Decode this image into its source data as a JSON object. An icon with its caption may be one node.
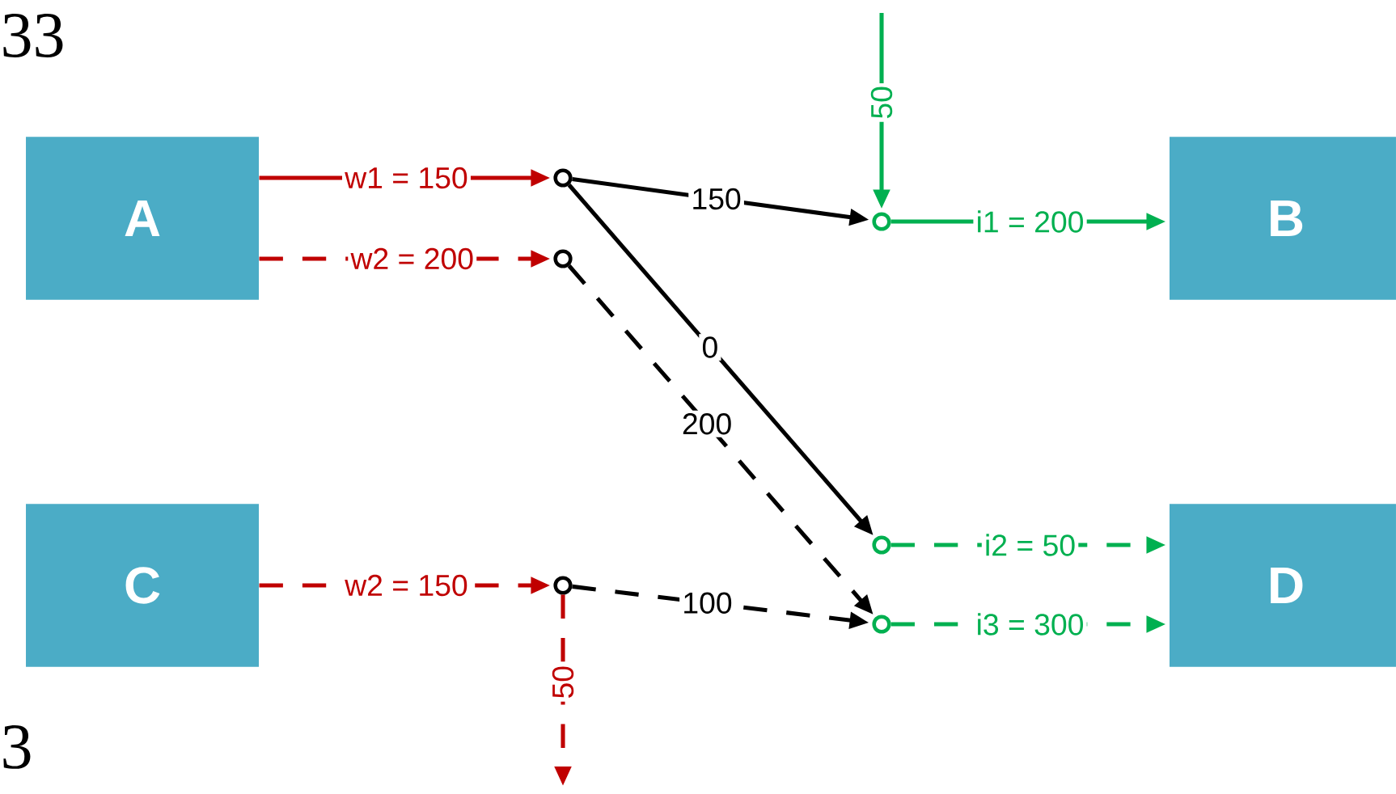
{
  "diagram": {
    "nodes": [
      {
        "text": [
          "A"
        ]
      },
      {
        "text": [
          "B"
        ]
      },
      {
        "text": [
          "C"
        ]
      },
      {
        "text": [
          "D"
        ]
      },
      {
        "text": [],
        "shape": "circle"
      },
      {
        "text": [],
        "shape": "circle"
      },
      {
        "text": [],
        "shape": "circle"
      },
      {
        "text": [],
        "shape": "circle"
      },
      {
        "text": [],
        "shape": "circle"
      },
      {
        "text": [],
        "shape": "circle"
      }
    ],
    "edges": [
      {
        "from": 0,
        "to": 4,
        "arrow": "to",
        "label": "w1 = 150",
        "color": "#c00000"
      },
      {
        "from": 0,
        "to": 5,
        "arrow": "to",
        "label": "w2 = 200",
        "style": "dashed",
        "color": "#c00000"
      },
      {
        "from": 2,
        "to": 6,
        "arrow": "to",
        "label": "w2 = 150",
        "style": "dashed",
        "color": "#c00000"
      },
      {
        "from": null,
        "to": 7,
        "arrow": "to",
        "label": "50",
        "color": "#00b050"
      },
      {
        "from": 6,
        "to": null,
        "arrow": "to",
        "label": "50",
        "style": "dashed",
        "color": "#c00000"
      },
      {
        "from": 4,
        "to": 7,
        "arrow": "to",
        "label": "150",
        "color": "#000000"
      },
      {
        "from": 4,
        "to": 8,
        "arrow": "to",
        "label": "0",
        "color": "#000000"
      },
      {
        "from": 5,
        "to": 9,
        "arrow": "to",
        "label": "200",
        "style": "dashed",
        "color": "#000000"
      },
      {
        "from": 6,
        "to": 9,
        "arrow": "to",
        "label": "100",
        "style": "dashed",
        "color": "#000000"
      },
      {
        "from": 7,
        "to": 1,
        "arrow": "to",
        "label": "i1 = 200",
        "color": "#00b050"
      },
      {
        "from": 8,
        "to": 3,
        "arrow": "to",
        "label": "i2 = 50",
        "style": "dashed",
        "color": "#00b050"
      },
      {
        "from": 9,
        "to": 3,
        "arrow": "to",
        "label": "i3 = 300",
        "style": "dashed",
        "color": "#00b050"
      }
    ],
    "labels": [
      "33",
      "3"
    ]
  }
}
